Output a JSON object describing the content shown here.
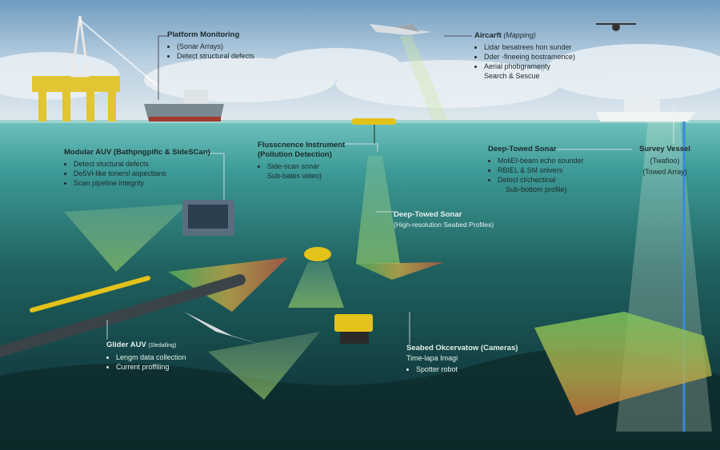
{
  "labels": {
    "platform": {
      "title": "Platform Monitoring",
      "items": [
        "(Sonar Arrays)",
        "Detect structural defects"
      ]
    },
    "aircraft": {
      "title": "Aircarft",
      "subtitle": "(Mapping)",
      "items": [
        "Lidar besatrees hon sunder",
        "Dder -fineeing bostramence)",
        "Aerial phobgramenty"
      ],
      "extra": "Search & Sescue"
    },
    "modular_auv": {
      "title": "Modular AUV (Bathpngpific & SideSCan)",
      "items": [
        "Detect stuctural defects",
        "De5Vi-like tonersl aspectians",
        "Scan pipeline integrity"
      ]
    },
    "fluorescence": {
      "title": "Flusscnence Instrument",
      "title2": "(Pollution Detection)",
      "items": [
        "Side-scan sonar"
      ],
      "extra": "Sub-bates video)"
    },
    "deep_towed_upper": {
      "title": "Deep-Towed Sonar",
      "items": [
        "MoliEI-beam echo sounder",
        "RBIEL & SM snivers",
        "Detecl cl/chectinal"
      ],
      "extra": "Sub-bottom profile)"
    },
    "survey_vessel": {
      "title": "Survey Vessel",
      "line1": "(Twafioo)",
      "line2": "(Towed Array)"
    },
    "deep_towed_mid": {
      "title": "Deep-Towed Sonar",
      "subtitle": "(High-resolution Seabed Profiles)"
    },
    "glider": {
      "title": "Glider AUV",
      "subtitle": "(Sledalling)",
      "items": [
        "Lengm data collection",
        "Current proffiling"
      ]
    },
    "seabed": {
      "title": "Seabed Okcervatow (Cameras)",
      "line1": "Time-lapa Imagi",
      "items": [
        "Spotter robot"
      ]
    }
  },
  "colors": {
    "sky_top": "#7fa9c9",
    "water": "#2f8c8a",
    "deep": "#0c2e31",
    "accent_yellow": "#e3c21a",
    "sonar_green": "#7fcf6a",
    "sonar_red": "#d8553a"
  }
}
